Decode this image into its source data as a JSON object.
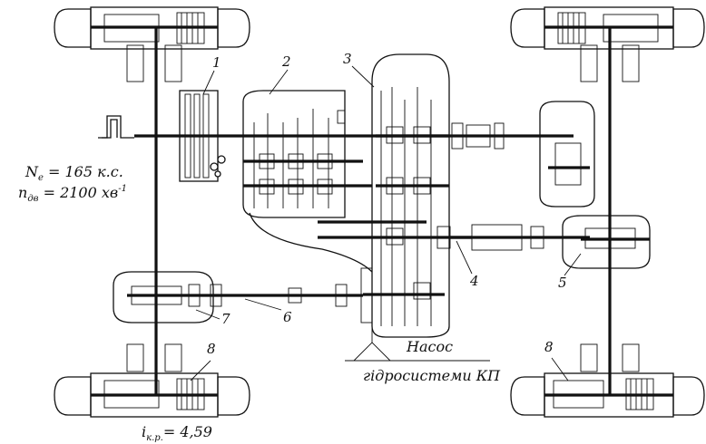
{
  "labels": {
    "n1": "1",
    "n2": "2",
    "n3": "3",
    "n4": "4",
    "n5": "5",
    "n6": "6",
    "n7": "7",
    "n8a": "8",
    "n8b": "8"
  },
  "engine": {
    "power_symbol": "N",
    "power_sub": "e",
    "power_value": " = 165 к.с.",
    "speed_symbol": "n",
    "speed_sub": "дв",
    "speed_value": " = 2100 хв",
    "speed_exp": "-1"
  },
  "pump": {
    "line1": "Насос",
    "line2": "гідросистеми КП"
  },
  "ratio": {
    "symbol": "i",
    "sub": "к.р.",
    "value": "= 4,59"
  }
}
